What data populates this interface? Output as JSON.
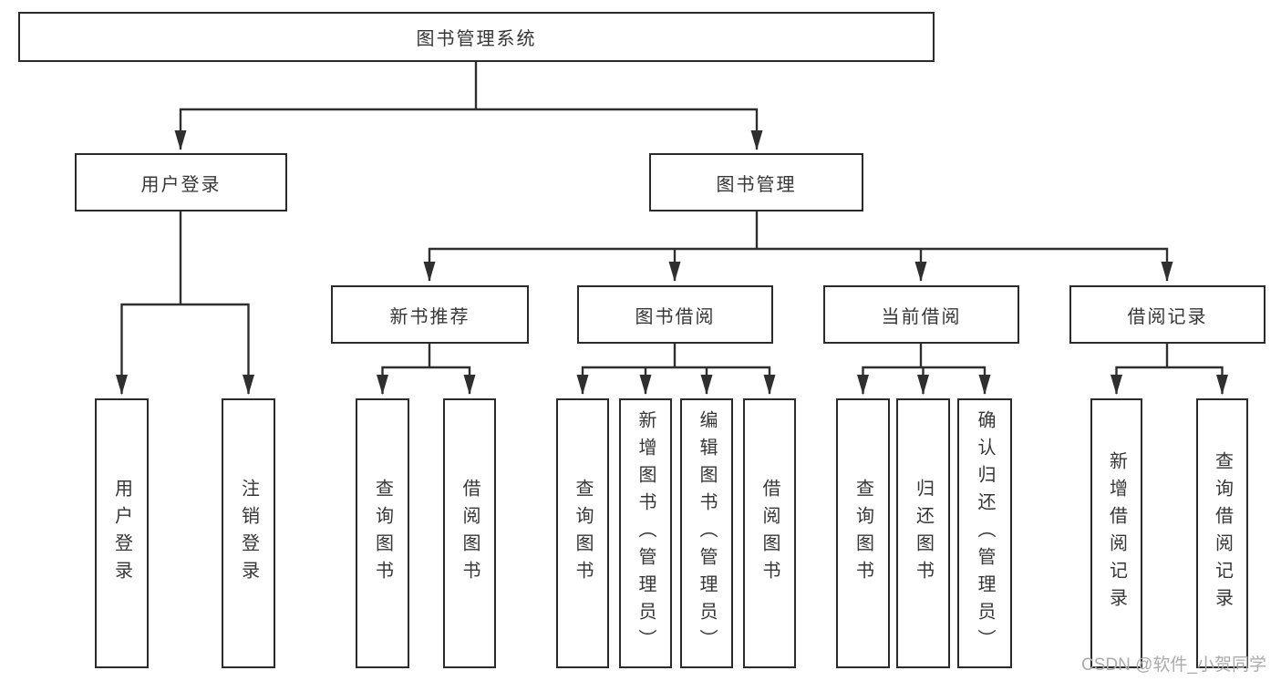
{
  "title": {
    "label": "图书管理系统"
  },
  "level2": [
    {
      "label": "用户登录"
    },
    {
      "label": "图书管理"
    }
  ],
  "level3": [
    {
      "label": "新书推荐",
      "parent": "图书管理"
    },
    {
      "label": "图书借阅",
      "parent": "图书管理"
    },
    {
      "label": "当前借阅",
      "parent": "图书管理"
    },
    {
      "label": "借阅记录",
      "parent": "图书管理"
    }
  ],
  "level4": [
    {
      "label": "用户登录",
      "parent": "用户登录"
    },
    {
      "label": "注销登录",
      "parent": "用户登录"
    },
    {
      "label": "查询图书",
      "parent": "新书推荐"
    },
    {
      "label": "借阅图书",
      "parent": "新书推荐"
    },
    {
      "label": "查询图书",
      "parent": "图书借阅"
    },
    {
      "label": "新增图书（管理员）",
      "parent": "图书借阅"
    },
    {
      "label": "编辑图书（管理员）",
      "parent": "图书借阅"
    },
    {
      "label": "借阅图书",
      "parent": "图书借阅"
    },
    {
      "label": "查询图书",
      "parent": "当前借阅"
    },
    {
      "label": "归还图书",
      "parent": "当前借阅"
    },
    {
      "label": "确认归还（管理员）",
      "parent": "当前借阅"
    },
    {
      "label": "新增借阅记录",
      "parent": "借阅记录"
    },
    {
      "label": "查询借阅记录",
      "parent": "借阅记录"
    }
  ],
  "watermark": {
    "label": "CSDN @软件_小贺同学"
  },
  "colors": {
    "line": "#2f2f2f",
    "box_border": "#2b2b2b",
    "box_background": "#ffffff",
    "text": "#363636",
    "watermark": "#ababab",
    "page_background": "#ffffff"
  }
}
